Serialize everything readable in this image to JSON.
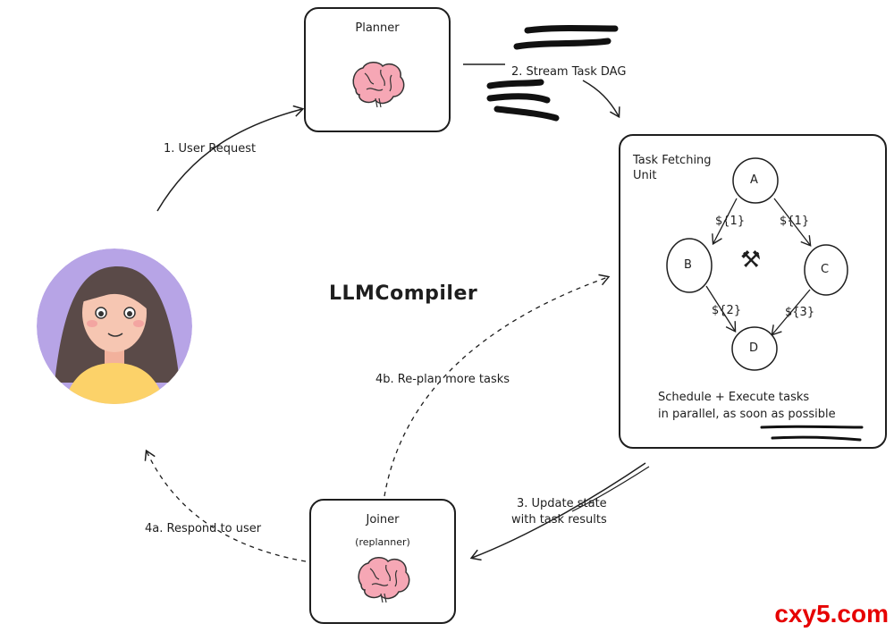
{
  "title": "LLMCompiler",
  "planner": {
    "label": "Planner"
  },
  "joiner": {
    "label": "Joiner",
    "sublabel": "(replanner)"
  },
  "task_fetching_unit": {
    "label_line1": "Task Fetching",
    "label_line2": "Unit",
    "nodes": [
      "A",
      "B",
      "C",
      "D"
    ],
    "edge_labels": [
      "${1}",
      "${1}",
      "${2}",
      "${3}"
    ],
    "caption_line1": "Schedule + Execute tasks",
    "caption_line2": "in parallel, as soon as possible"
  },
  "steps": {
    "user_request": "1. User Request",
    "stream_dag": "2. Stream Task DAG",
    "update_state_line1": "3. Update state",
    "update_state_line2": "with task results",
    "respond": "4a. Respond to user",
    "replan": "4b. Re-plan more tasks"
  },
  "watermark": "cxy5.com",
  "icons": {
    "brain": "brain-icon",
    "tools": "hammer-wrench-icon",
    "avatar": "user-avatar"
  }
}
